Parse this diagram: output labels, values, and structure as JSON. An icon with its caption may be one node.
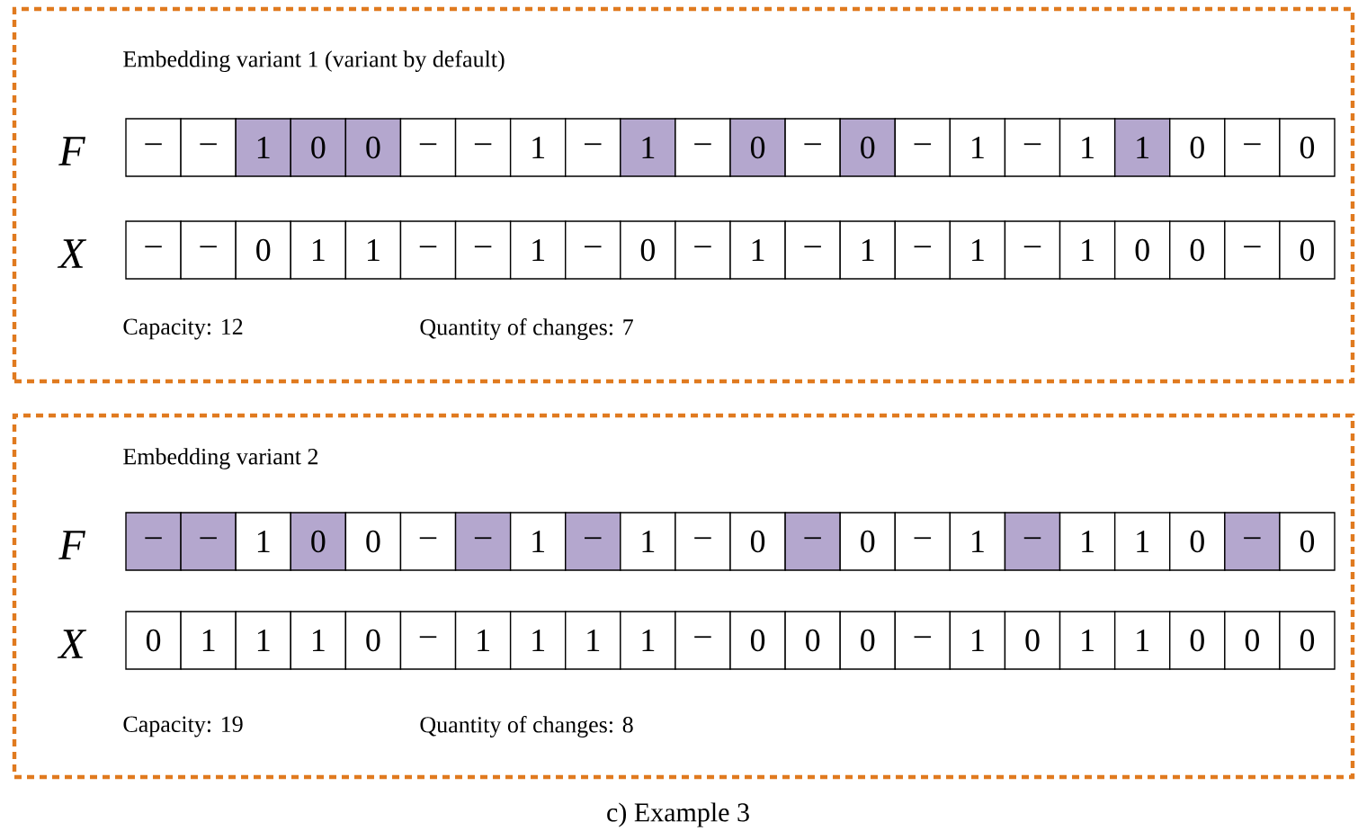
{
  "diagram": {
    "caption": "c) Example 3",
    "nodes": [
      {
        "text": [
          "Embedding variant 1 (variant by default)",
          "Capacity: 12",
          "Quantity of changes: 7"
        ]
      },
      {
        "text": [
          "Embedding variant 2",
          "Capacity: 19",
          "Quantity of changes: 8"
        ]
      }
    ],
    "labels": [
      "F",
      "–",
      "–",
      "1",
      "0",
      "0",
      "–",
      "–",
      "1",
      "–",
      "1",
      "–",
      "0",
      "–",
      "0",
      "–",
      "1",
      "–",
      "1",
      "1",
      "0",
      "–",
      "0",
      "X",
      "–",
      "–",
      "0",
      "1",
      "1",
      "–",
      "–",
      "1",
      "–",
      "0",
      "–",
      "1",
      "–",
      "1",
      "–",
      "1",
      "–",
      "1",
      "0",
      "0",
      "–",
      "0",
      "F",
      "–",
      "–",
      "1",
      "0",
      "0",
      "–",
      "–",
      "1",
      "–",
      "1",
      "–",
      "0",
      "–",
      "0",
      "–",
      "1",
      "–",
      "1",
      "1",
      "0",
      "–",
      "0",
      "X",
      "0",
      "1",
      "1",
      "1",
      "0",
      "–",
      "1",
      "1",
      "1",
      "1",
      "–",
      "0",
      "0",
      "0",
      "–",
      "1",
      "0",
      "1",
      "1",
      "0",
      "0",
      "0"
    ]
  }
}
